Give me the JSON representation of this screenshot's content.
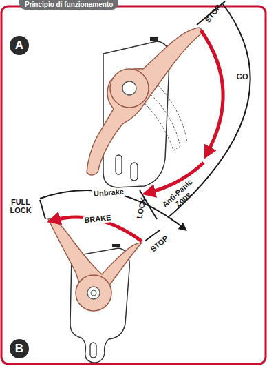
{
  "diagram": {
    "title": "Principio di funzionamento",
    "nodes": [
      {
        "text": [
          "A"
        ]
      },
      {
        "text": [
          "B"
        ]
      }
    ],
    "labels": [
      "STOP",
      "GO",
      "LOCK",
      "Anti-Panic Zone",
      "Unbrake",
      "FULL LOCK",
      "BRAKE",
      "STOP"
    ]
  }
}
